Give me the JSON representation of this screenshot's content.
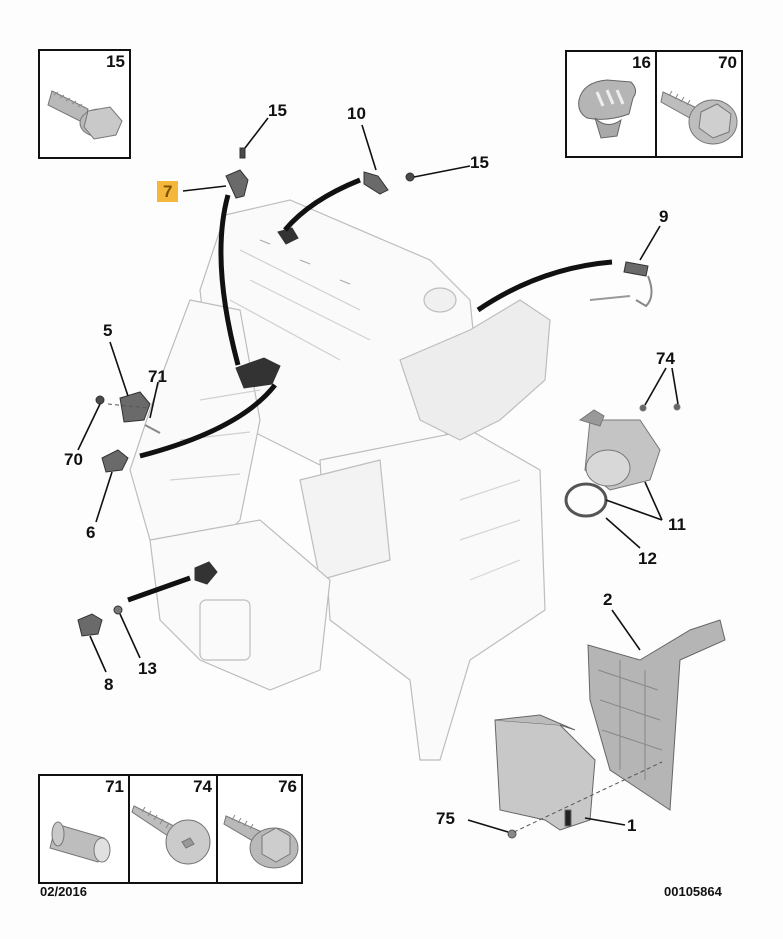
{
  "diagram": {
    "footer_date": "02/2016",
    "footer_ref": "00105864",
    "highlight_color": "#f4b63b",
    "legend_boxes": {
      "top_left": [
        {
          "num": "15",
          "part": "flange-bolt"
        }
      ],
      "top_right": [
        {
          "num": "16",
          "part": "harness-clip"
        },
        {
          "num": "70",
          "part": "flange-self-tapping-screw"
        }
      ],
      "bottom_left": [
        {
          "num": "71",
          "part": "sleeve"
        },
        {
          "num": "74",
          "part": "pan-head-screw"
        },
        {
          "num": "76",
          "part": "hex-flange-screw"
        }
      ]
    },
    "callouts": {
      "c15a": "15",
      "c7": "7",
      "c10": "10",
      "c15b": "15",
      "c9": "9",
      "c5": "5",
      "c71": "71",
      "c70": "70",
      "c6": "6",
      "c74": "74",
      "c11": "11",
      "c12": "12",
      "c8": "8",
      "c13": "13",
      "c2": "2",
      "c75": "75",
      "c1": "1"
    }
  }
}
